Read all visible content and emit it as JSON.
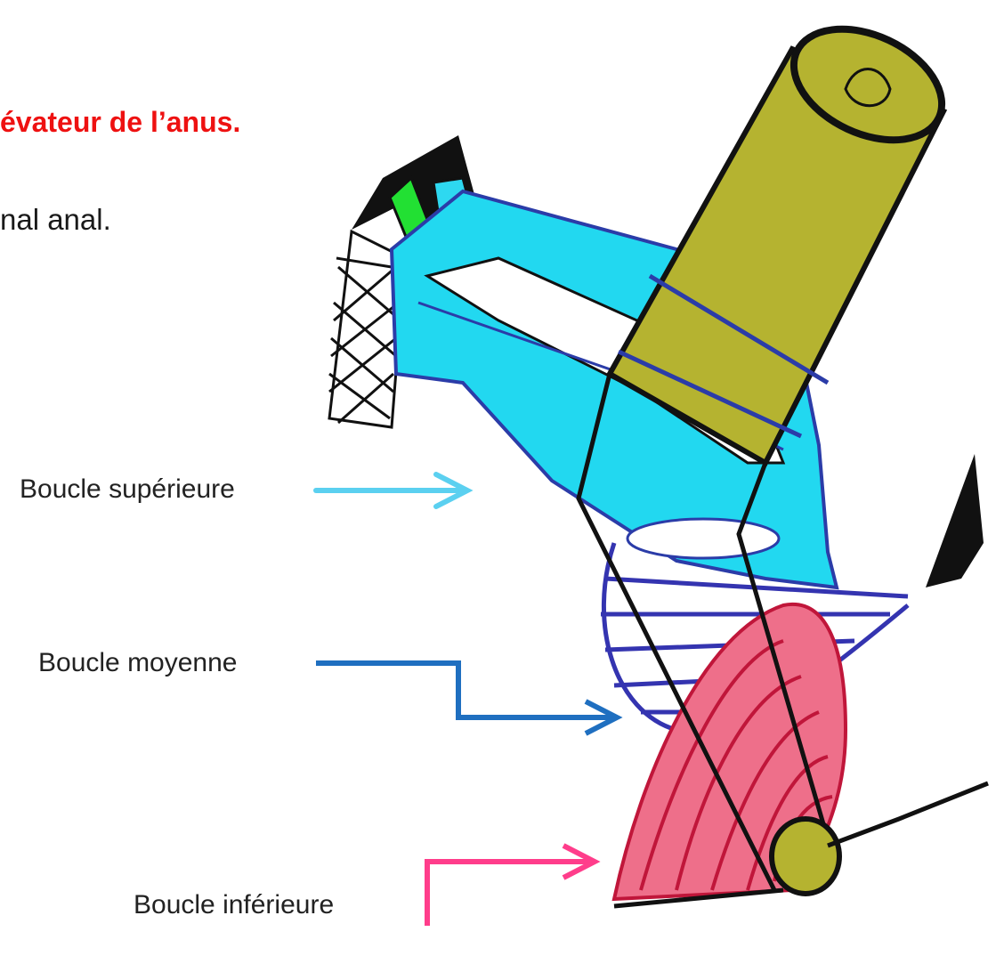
{
  "header": {
    "clipped_title": "tudes de Shafik » :",
    "red_heading": "évateur de l’anus.",
    "body_text": "nal anal."
  },
  "labels": {
    "superieure": "Boucle supérieure",
    "moyenne": "Boucle moyenne",
    "inferieure": "Boucle inférieure"
  },
  "colors": {
    "superieure_arrow": "#5bd0f0",
    "moyenne_arrow": "#1f6fc0",
    "inferieure_arrow": "#ff3d8b",
    "heading": "#ee1111",
    "rectum": "#b5b330",
    "loop_cyan": "#22d8f0",
    "loop_blue": "#3434b0",
    "loop_pink": "#ee6f8a"
  }
}
